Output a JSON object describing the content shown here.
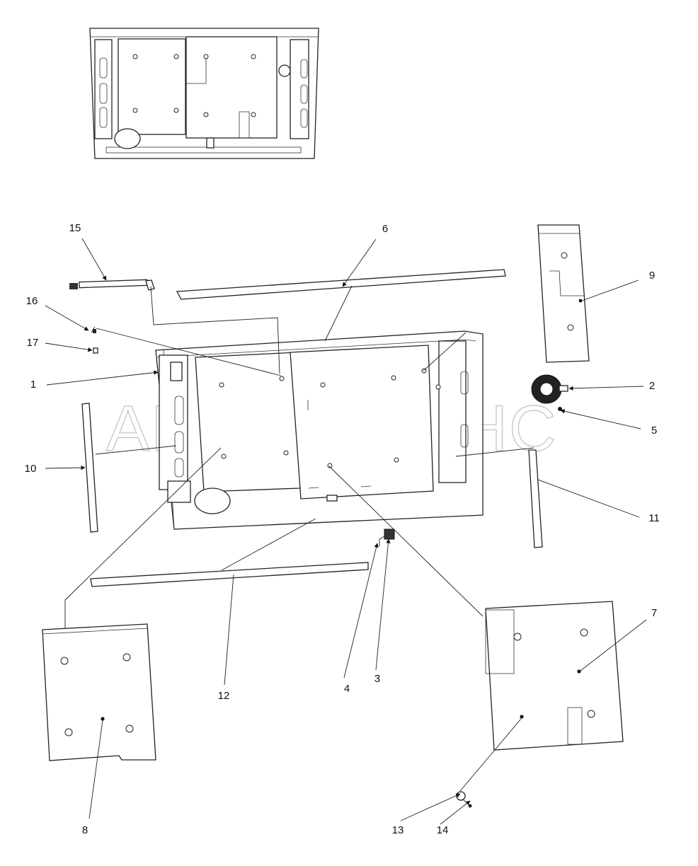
{
  "diagram": {
    "watermark": "АВТОАЛЬЯНС",
    "callouts": [
      "1",
      "2",
      "3",
      "4",
      "5",
      "6",
      "7",
      "8",
      "9",
      "10",
      "11",
      "12",
      "13",
      "14",
      "15",
      "16",
      "17"
    ]
  }
}
